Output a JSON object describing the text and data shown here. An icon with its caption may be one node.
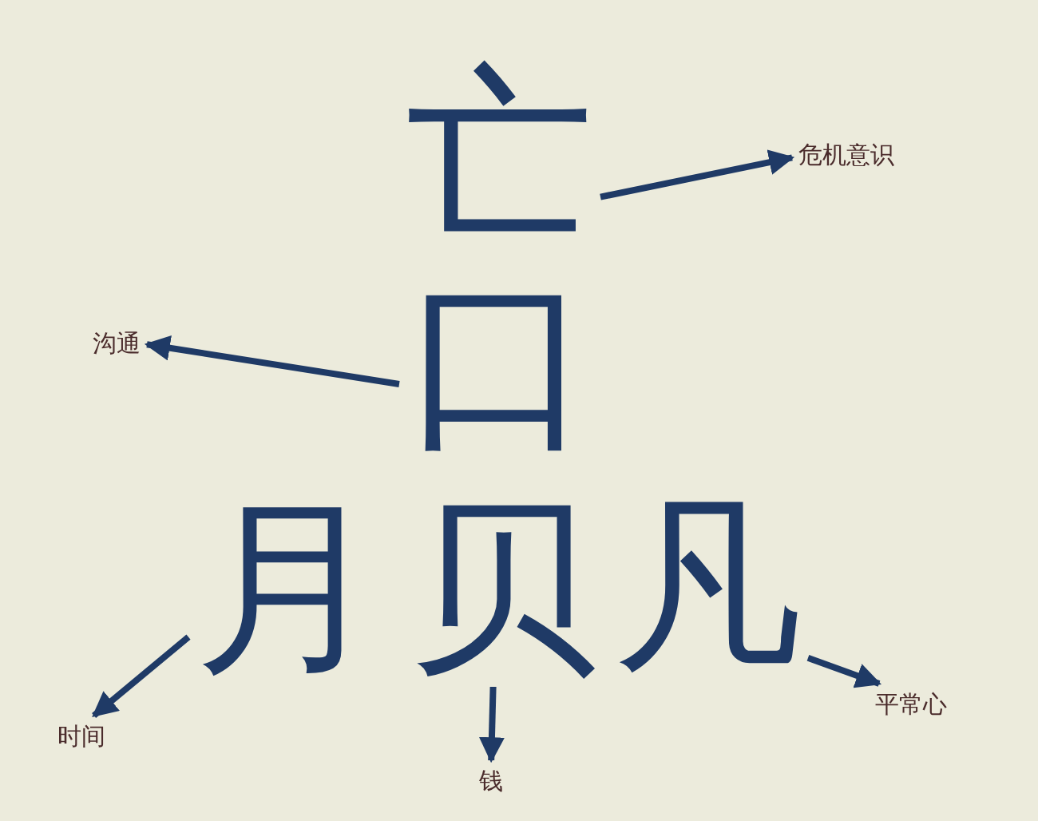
{
  "diagram": {
    "nodes": [
      {
        "text": [
          "亡"
        ]
      },
      {
        "text": [
          "口"
        ]
      },
      {
        "text": [
          "月"
        ]
      },
      {
        "text": [
          "贝"
        ]
      },
      {
        "text": [
          "凡"
        ]
      },
      {
        "text": [
          "危机意识"
        ]
      },
      {
        "text": [
          "沟通"
        ]
      },
      {
        "text": [
          "时间"
        ]
      },
      {
        "text": [
          "钱"
        ]
      },
      {
        "text": [
          "平常心"
        ]
      }
    ],
    "edges": [
      {
        "from": 0,
        "to": 5,
        "arrow": "to"
      },
      {
        "from": 1,
        "to": 6,
        "arrow": "to"
      },
      {
        "from": 2,
        "to": 7,
        "arrow": "to"
      },
      {
        "from": 3,
        "to": 8,
        "arrow": "to"
      },
      {
        "from": 4,
        "to": 9,
        "arrow": "to"
      }
    ]
  }
}
